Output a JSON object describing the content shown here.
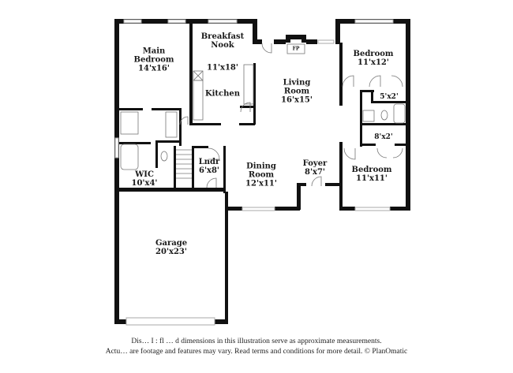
{
  "floor_plan": {
    "rooms": [
      {
        "id": "main-bedroom",
        "name_line1": "Main",
        "name_line2": "Bedroom",
        "dimensions": "14'x16'"
      },
      {
        "id": "breakfast-nook",
        "name_line1": "Breakfast",
        "name_line2": "Nook",
        "dimensions": "11'x18'"
      },
      {
        "id": "kitchen",
        "name": "Kitchen"
      },
      {
        "id": "living-room",
        "name_line1": "Living",
        "name_line2": "Room",
        "dimensions": "16'x15'"
      },
      {
        "id": "bedroom-upper",
        "name": "Bedroom",
        "dimensions": "11'x12'"
      },
      {
        "id": "closet-upper",
        "dimensions": "5'x2'"
      },
      {
        "id": "closet-lower",
        "dimensions": "8'x2'"
      },
      {
        "id": "bedroom-lower",
        "name": "Bedroom",
        "dimensions": "11'x11'"
      },
      {
        "id": "foyer",
        "name": "Foyer",
        "dimensions": "8'x7'"
      },
      {
        "id": "dining-room",
        "name_line1": "Dining",
        "name_line2": "Room",
        "dimensions": "12'x11'"
      },
      {
        "id": "laundry",
        "name": "Lndr",
        "dimensions": "6'x8'"
      },
      {
        "id": "wic",
        "name": "WIC",
        "dimensions": "10'x4'"
      },
      {
        "id": "garage",
        "name": "Garage",
        "dimensions": "20'x23'"
      }
    ],
    "fireplace_label": "FP",
    "colors": {
      "wall": "#111111",
      "window": "#cccccc",
      "fixture": "#888888",
      "background": "#ffffff"
    }
  },
  "disclaimer": {
    "line1": "Dis…  I  : fl  … d dimensions in this illustration serve as approximate measurements.",
    "line2": "Actu…  are footage and features may vary. Read terms and conditions for more detail. © PlanOmatic"
  }
}
